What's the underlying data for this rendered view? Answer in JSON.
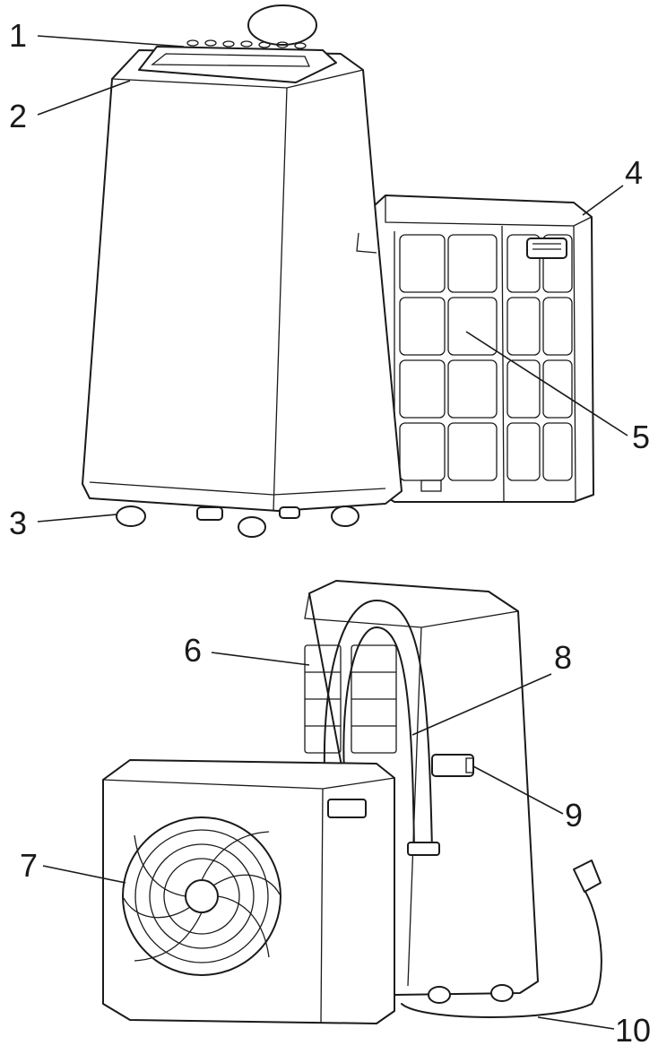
{
  "figure": {
    "callouts": [
      {
        "id": "1",
        "text": "1"
      },
      {
        "id": "2",
        "text": "2"
      },
      {
        "id": "3",
        "text": "3"
      },
      {
        "id": "4",
        "text": "4"
      },
      {
        "id": "5",
        "text": "5"
      },
      {
        "id": "6",
        "text": "6"
      },
      {
        "id": "7",
        "text": "7"
      },
      {
        "id": "8",
        "text": "8"
      },
      {
        "id": "9",
        "text": "9"
      },
      {
        "id": "10",
        "text": "10"
      }
    ]
  }
}
